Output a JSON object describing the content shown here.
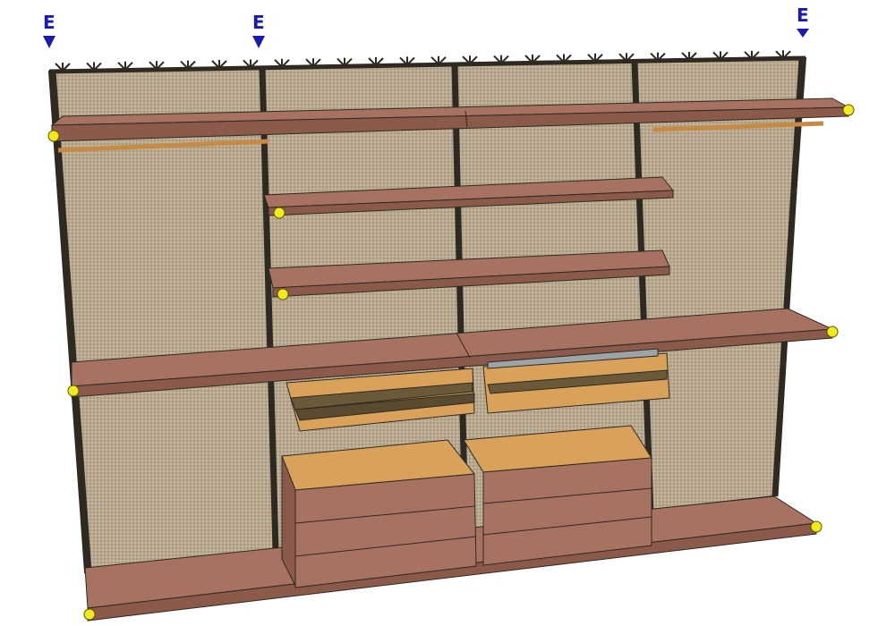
{
  "markers": [
    {
      "label": "E"
    },
    {
      "label": "E"
    },
    {
      "label": "E"
    }
  ],
  "colors": {
    "panel": "#b7a88f",
    "frame": "#2e2a22",
    "wood_top": "#a77262",
    "wood_front": "#8b5a4b",
    "drawer_inner": "#d9a15a",
    "endpoint": "#f1ea1c",
    "marker": "#1a1ab0"
  }
}
